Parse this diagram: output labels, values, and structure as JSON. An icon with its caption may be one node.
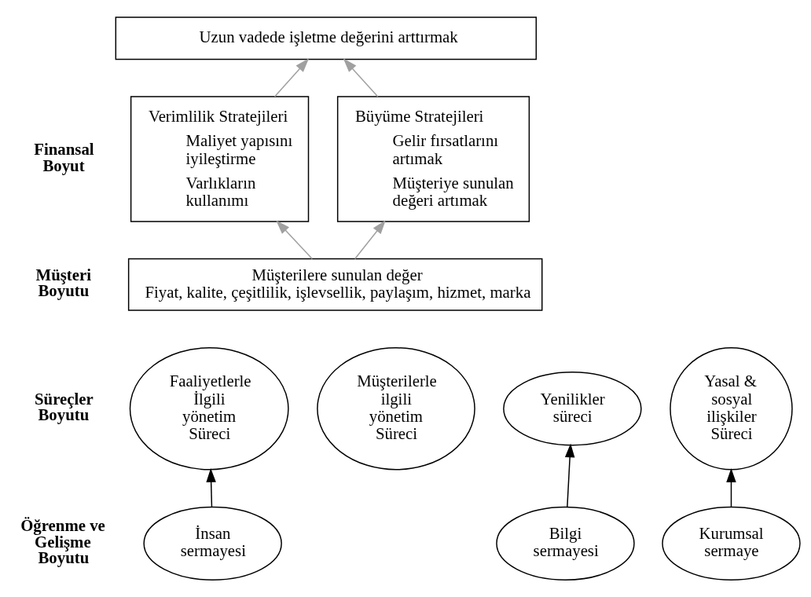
{
  "diagram": {
    "nodes": [
      {
        "text": [
          "Uzun vadede işletme değerini arttırmak"
        ]
      },
      {
        "text": [
          "Verimlilik Stratejileri",
          "Maliyet yapısını iyileştirme",
          "Varlıkların kullanımı"
        ]
      },
      {
        "text": [
          "Büyüme Stratejileri",
          "Gelir fırsatlarını artımak",
          "Müşteriye sunulan değeri artımak"
        ]
      },
      {
        "text": [
          "Müşterilere sunulan değer",
          "Fiyat, kalite, çeşitlilik, işlevsellik, paylaşım, hizmet, marka"
        ]
      },
      {
        "text": [
          "Faaliyetlerle İlgili yönetim Süreci"
        ]
      },
      {
        "text": [
          "Müşterilerle ilgili yönetim Süreci"
        ]
      },
      {
        "text": [
          "Yenilikler süreci"
        ]
      },
      {
        "text": [
          "Yasal & sosyal ilişkiler Süreci"
        ]
      },
      {
        "text": [
          "İnsan sermayesi"
        ]
      },
      {
        "text": [
          "Bilgi sermayesi"
        ]
      },
      {
        "text": [
          "Kurumsal sermaye"
        ]
      }
    ],
    "edges": [
      {
        "from": 1,
        "to": 0,
        "arrow": "to",
        "color": "#a0a0a0"
      },
      {
        "from": 2,
        "to": 0,
        "arrow": "to",
        "color": "#a0a0a0"
      },
      {
        "from": 3,
        "to": 1,
        "arrow": "to",
        "color": "#a0a0a0"
      },
      {
        "from": 3,
        "to": 2,
        "arrow": "to",
        "color": "#a0a0a0"
      },
      {
        "from": 8,
        "to": 4,
        "arrow": "to",
        "color": "#000000"
      },
      {
        "from": 9,
        "to": 6,
        "arrow": "to",
        "color": "#000000"
      },
      {
        "from": 10,
        "to": 7,
        "arrow": "to",
        "color": "#000000"
      }
    ],
    "labels": [
      "Finansal Boyut",
      "Müşteri Boyutu",
      "Süreçler Boyutu",
      "Öğrenme ve Gelişme Boyutu"
    ]
  }
}
